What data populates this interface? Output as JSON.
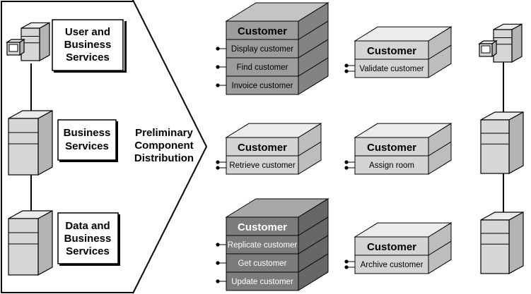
{
  "left_panel": {
    "tiers": [
      {
        "lines": [
          "User and",
          "Business",
          "Services"
        ]
      },
      {
        "lines": [
          "Business",
          "Services"
        ]
      },
      {
        "lines": [
          "Data and",
          "Business",
          "Services"
        ]
      }
    ]
  },
  "arrow": {
    "lines": [
      "Preliminary",
      "Component",
      "Distribution"
    ]
  },
  "components": [
    {
      "title": "Customer",
      "ops": [
        "Display customer",
        "Find customer",
        "Invoice customer"
      ],
      "style": "dark"
    },
    {
      "title": "Customer",
      "ops": [
        "Validate customer"
      ],
      "style": "light"
    },
    {
      "title": "Customer",
      "ops": [
        "Retrieve customer"
      ],
      "style": "light"
    },
    {
      "title": "Customer",
      "ops": [
        "Assign room"
      ],
      "style": "light"
    },
    {
      "title": "Customer",
      "ops": [
        "Replicate customer",
        "Get customer",
        "Update customer"
      ],
      "style": "darker"
    },
    {
      "title": "Customer",
      "ops": [
        "Archive customer"
      ],
      "style": "light"
    }
  ],
  "colors": {
    "dark_front": "#9c9c9c",
    "dark_top": "#c4c4c4",
    "dark_side": "#838383",
    "darker_front": "#7c7c7c",
    "darker_top": "#a8a8a8",
    "darker_side": "#676767",
    "light_front": "#d4d4d4",
    "light_top": "#ececec",
    "light_side": "#bdbdbd",
    "server_front": "#d6d6d6",
    "server_side": "#b4b4b4",
    "server_top": "#ececec"
  }
}
